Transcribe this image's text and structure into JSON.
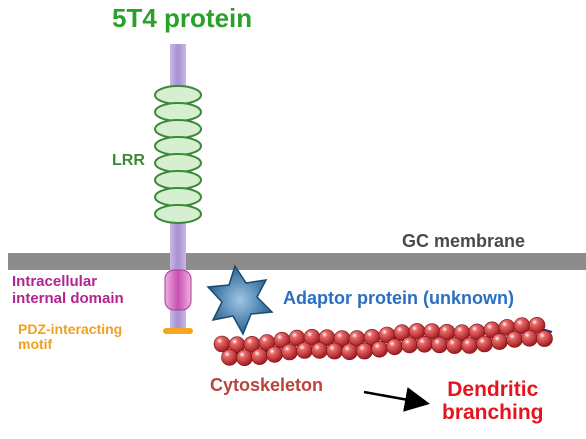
{
  "diagram": {
    "title": "5T4 protein",
    "domain_label": "LRR",
    "membrane_label": "GC membrane",
    "intracellular_label_line1": "Intracellular",
    "intracellular_label_line2": "internal domain",
    "pdz_label_line1": "PDZ-interacting",
    "pdz_label_line2": "motif",
    "adaptor_label": "Adaptor protein (unknown)",
    "cytoskeleton_label": "Cytoskeleton",
    "outcome_label_line1": "Dendritic",
    "outcome_label_line2": "branching"
  },
  "colors": {
    "title": "#2aa12a",
    "lrr_text": "#3a8a3a",
    "lrr_ring": "#d6efd0",
    "lrr_ring_stroke": "#3a8a3a",
    "stalk": "#b4a0d8",
    "membrane": "#8c8c8c",
    "intracellular_domain": "#d76bbf",
    "pdz_motif": "#f5a623",
    "adaptor_star": "#2d6b9a",
    "adaptor_text": "#2c6fc1",
    "cytoskeleton_bead": "#c0262c",
    "cytoskeleton_strand": "#2a2a8a",
    "outcome_text": "#e5141f",
    "arrow": "#000000"
  }
}
